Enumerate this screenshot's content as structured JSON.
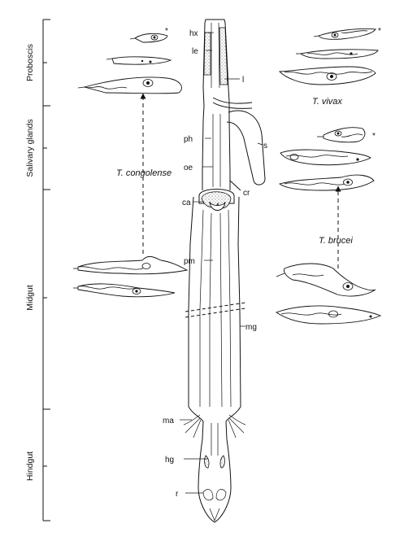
{
  "sections": {
    "proboscis": "Proboscis",
    "salivary_glands": "Salivary glands",
    "midgut": "Midgut",
    "hindgut": "Hindgut"
  },
  "anatomy_labels": {
    "hx": "hx",
    "le": "le",
    "l": "l",
    "ph": "ph",
    "s": "s",
    "oe": "oe",
    "cr": "cr",
    "ca": "ca",
    "pm": "pm",
    "mg": "mg",
    "ma": "ma",
    "hg": "hg",
    "r": "r"
  },
  "species": {
    "congolense": "T. congolense",
    "vivax": "T. vivax",
    "brucei": "T. brucei"
  },
  "markers": {
    "congolense_star": "*",
    "vivax_star": "*",
    "brucei_star": "*"
  }
}
